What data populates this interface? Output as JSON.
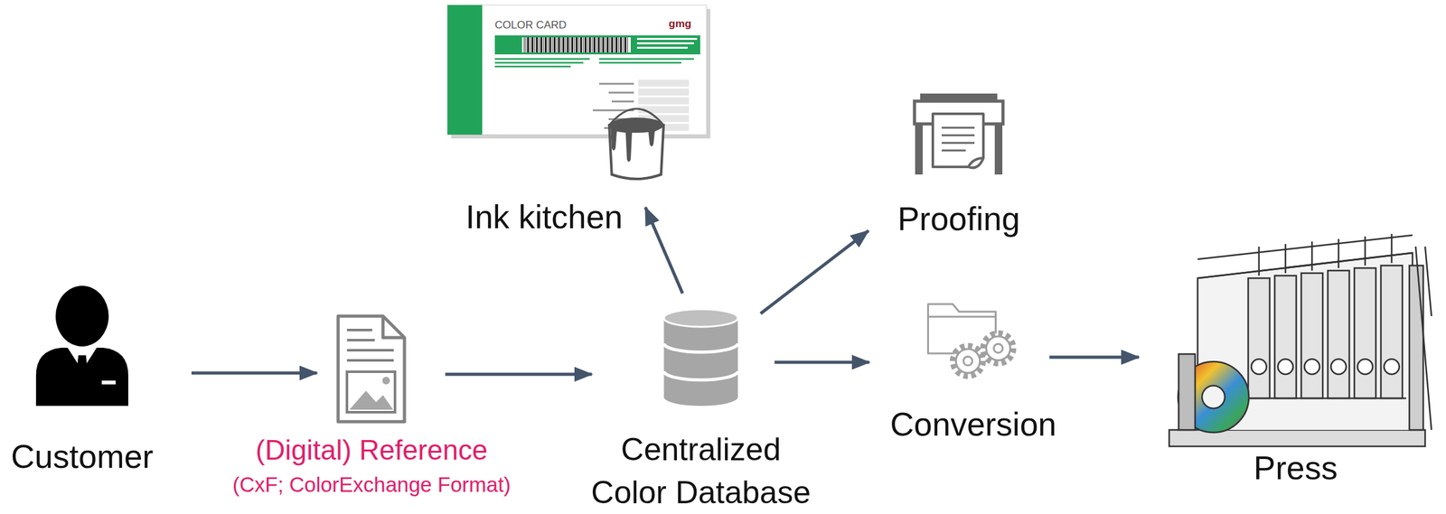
{
  "diagram": {
    "nodes": [
      {
        "text": [
          "Customer"
        ]
      },
      {
        "text": [
          "(Digital) Reference",
          "(CxF; ColorExchange Format)"
        ]
      },
      {
        "text": [
          "Centralized Color Database"
        ]
      },
      {
        "text": [
          "Ink kitchen"
        ]
      },
      {
        "text": [
          "Proofing"
        ]
      },
      {
        "text": [
          "Conversion"
        ]
      },
      {
        "text": [
          "Press"
        ]
      }
    ],
    "edges": [
      {
        "from": 0,
        "to": 1,
        "arrow": "to"
      },
      {
        "from": 1,
        "to": 2,
        "arrow": "to"
      },
      {
        "from": 2,
        "to": 3,
        "arrow": "to"
      },
      {
        "from": 2,
        "to": 4,
        "arrow": "to"
      },
      {
        "from": 2,
        "to": 5,
        "arrow": "to"
      },
      {
        "from": 5,
        "to": 6,
        "arrow": "to"
      }
    ],
    "labels": [
      "COLOR CARD",
      "gmg"
    ]
  }
}
